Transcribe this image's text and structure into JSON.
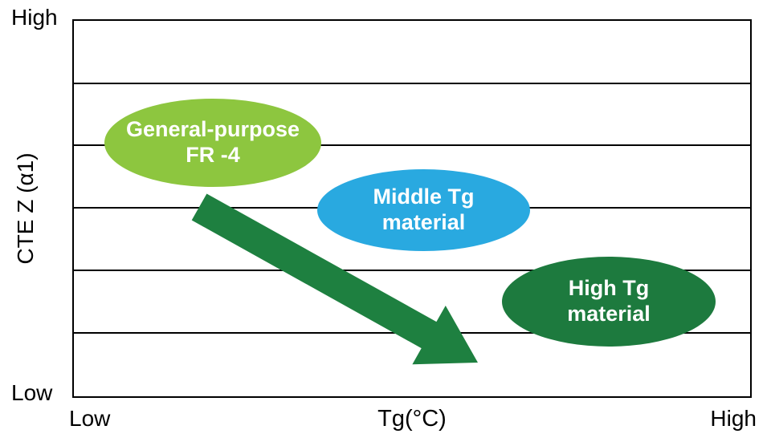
{
  "chart": {
    "ylabel": "CTE Z (α1)",
    "xlabel": "Tg(°C)",
    "y_ticks": {
      "high": "High",
      "low": "Low"
    },
    "x_ticks": {
      "low": "Low",
      "high": "High"
    },
    "ellipses": [
      {
        "label": "General-purpose\nFR -4",
        "color": "#8dc63f"
      },
      {
        "label": "Middle Tg\nmaterial",
        "color": "#29a9e0"
      },
      {
        "label": "High Tg\nmaterial",
        "color": "#1d7a3e"
      }
    ],
    "arrow_color": "#1e8040"
  },
  "chart_data": {
    "type": "scatter",
    "title": "",
    "xlabel": "Tg(°C)",
    "ylabel": "CTE Z (α1)",
    "x_range": [
      "Low",
      "High"
    ],
    "y_range": [
      "Low",
      "High"
    ],
    "grid": "5 horizontal gridlines, evenly spaced",
    "legend_position": "none",
    "regions": [
      {
        "label": "General-purpose FR -4",
        "tg": "low",
        "cte_z": "high",
        "color": "#8dc63f",
        "text_color": "#ffffff"
      },
      {
        "label": "Middle Tg material",
        "tg": "middle",
        "cte_z": "middle",
        "color": "#29a9e0",
        "text_color": "#ffffff"
      },
      {
        "label": "High Tg material",
        "tg": "high",
        "cte_z": "low",
        "color": "#1d7a3e",
        "text_color": "#ffffff"
      }
    ],
    "annotations": [
      {
        "type": "arrow",
        "direction": "down-right",
        "from_region": "General-purpose FR -4",
        "to_region": "High Tg material",
        "color": "#1e8040"
      }
    ]
  }
}
